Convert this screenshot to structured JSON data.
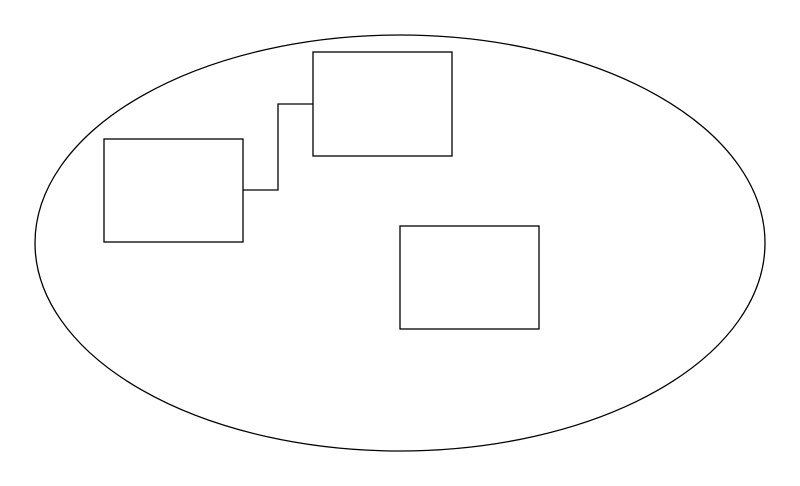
{
  "diagram": {
    "stroke_color": "#000000",
    "fill_color": "#ffffff",
    "background_color": "#ffffff",
    "container_shape": "ellipse",
    "node_shape": "rectangle",
    "node_count": 3,
    "connector_count": 1,
    "connector_style": "orthogonal elbow",
    "labels": []
  }
}
